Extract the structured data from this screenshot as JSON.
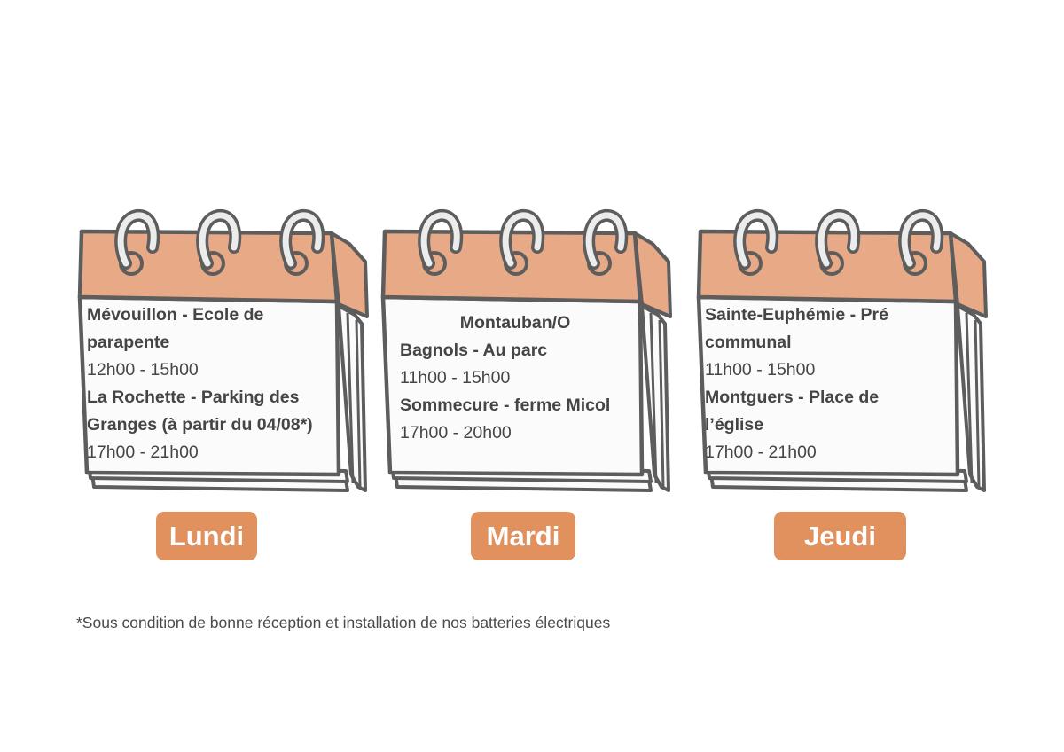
{
  "colors": {
    "calendar_header": "#e8a987",
    "outline": "#5d5d5d",
    "page": "#fbfbfc",
    "badge": "#e0915e",
    "text": "#454545"
  },
  "calendars": [
    {
      "day": "Lundi",
      "entries": [
        {
          "place": "Mévouillon - Ecole de parapente",
          "time": "12h00 - 15h00"
        },
        {
          "place": "La Rochette - Parking des Granges (à partir du 04/08*)",
          "time": "17h00 - 21h00"
        }
      ]
    },
    {
      "day": "Mardi",
      "town": "Montauban/O",
      "entries": [
        {
          "place": "Bagnols - Au parc",
          "time": "11h00 - 15h00"
        },
        {
          "place": "Sommecure - ferme Micol",
          "time": "17h00 - 20h00"
        }
      ]
    },
    {
      "day": "Jeudi",
      "entries": [
        {
          "place": "Sainte-Euphémie - Pré communal",
          "time": "11h00 - 15h00"
        },
        {
          "place": "Montguers - Place de l’église",
          "time": "17h00 - 21h00"
        }
      ]
    }
  ],
  "footnote": "*Sous condition de bonne réception et installation de nos batteries électriques"
}
